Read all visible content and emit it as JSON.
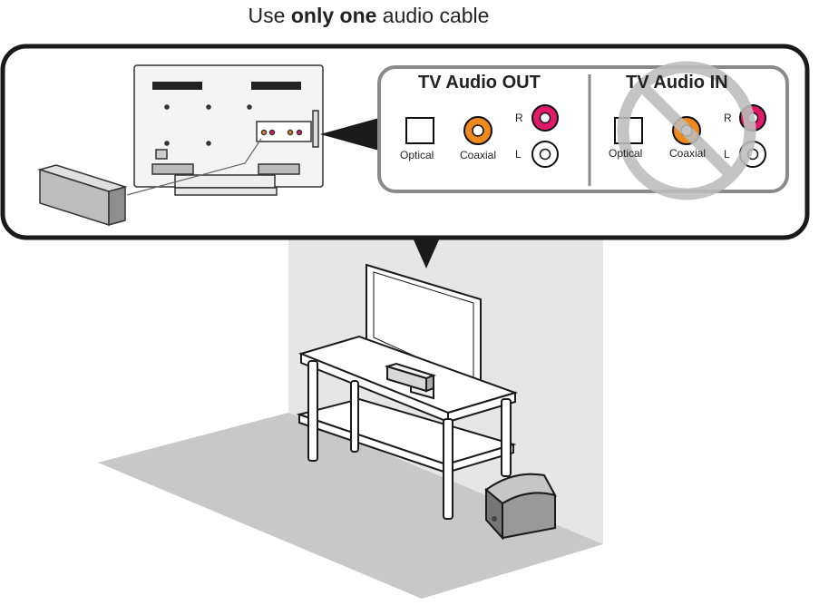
{
  "title": {
    "prefix": "Use ",
    "emphasis": "only one",
    "suffix": " audio cable"
  },
  "panel_out": {
    "heading": "TV Audio OUT",
    "optical_label": "Optical",
    "coaxial_label": "Coaxial",
    "right_label": "R",
    "left_label": "L"
  },
  "panel_in": {
    "heading": "TV Audio IN",
    "optical_label": "Optical",
    "coaxial_label": "Coaxial",
    "right_label": "R",
    "left_label": "L",
    "prohibited": true
  },
  "colors": {
    "coaxial": "#f08a1c",
    "analog_right": "#e0196a",
    "analog_left": "#ffffff",
    "prohibit": "#bdbdbd",
    "wall": "#e6e6e6",
    "floor": "#c8c8c8",
    "outline": "#1a1a1a"
  },
  "icons": [
    "tv-back-icon",
    "soundbar-icon",
    "tv-stand-icon",
    "bass-module-icon",
    "prohibited-icon"
  ]
}
